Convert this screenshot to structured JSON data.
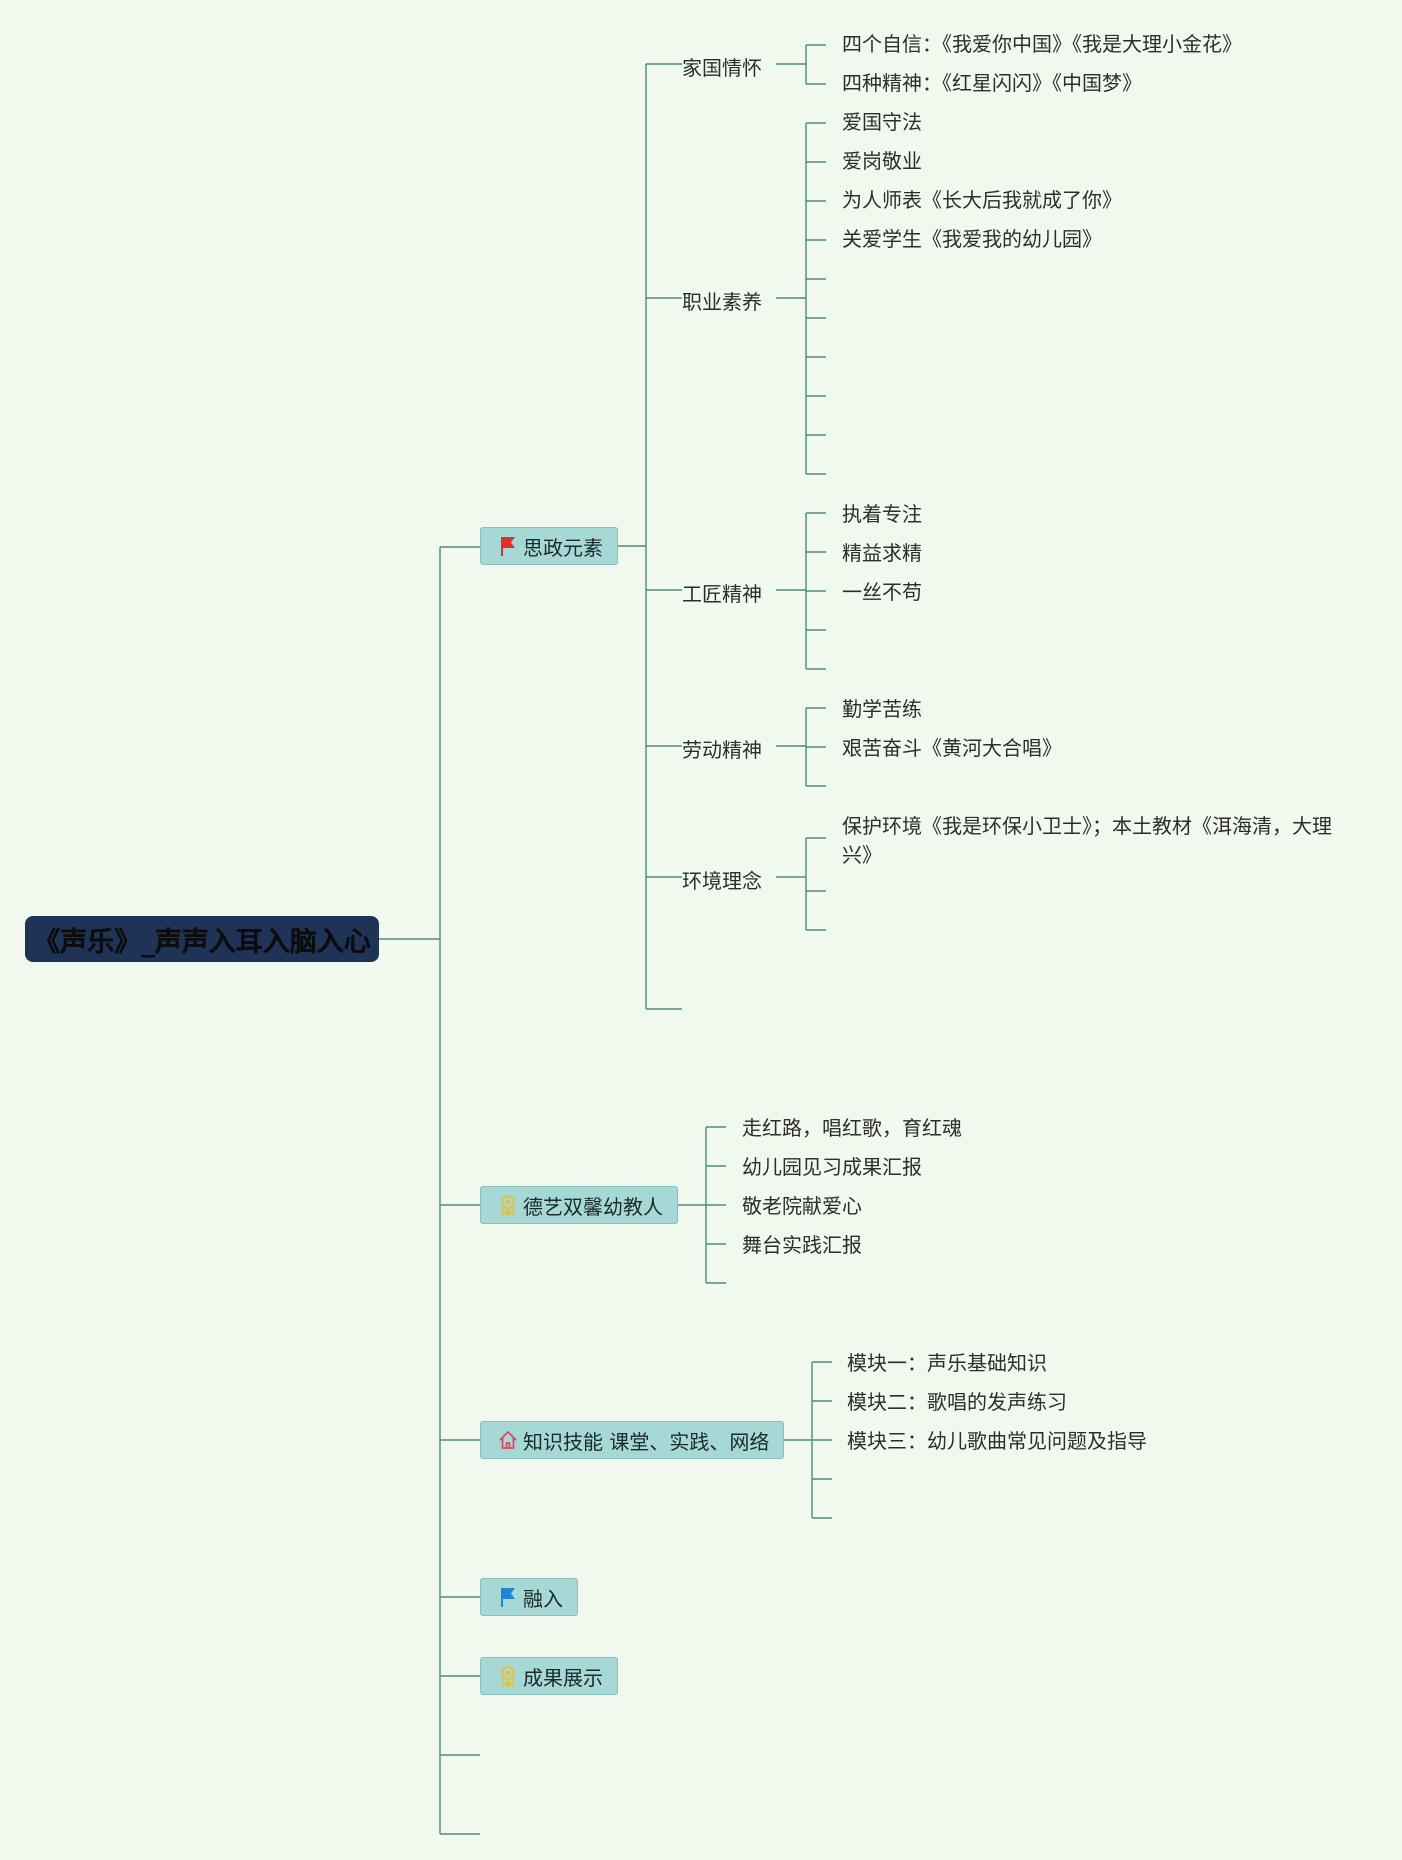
{
  "root": {
    "label": "《声乐》_声声入耳入脑入心"
  },
  "topics": {
    "sizheng": {
      "label": "思政元素",
      "icon": "red-flag-icon",
      "children": {
        "jiaguo": {
          "label": "家国情怀",
          "items": [
            "四个自信：《我爱你中国》《我是大理小金花》",
            "四种精神：《红星闪闪》《中国梦》"
          ]
        },
        "zhiye": {
          "label": "职业素养",
          "items": [
            "爱国守法",
            "爱岗敬业",
            "为人师表《长大后我就成了你》",
            "关爱学生《我爱我的幼儿园》"
          ]
        },
        "gongjiang": {
          "label": "工匠精神",
          "items": [
            "执着专注",
            "精益求精",
            "一丝不苟"
          ]
        },
        "laodong": {
          "label": "劳动精神",
          "items": [
            "勤学苦练",
            "艰苦奋斗《黄河大合唱》"
          ]
        },
        "huanjing": {
          "label": "环境理念",
          "items": [
            "保护环境《我是环保小卫士》；本土教材《洱海清，大理",
            "兴》"
          ]
        }
      }
    },
    "deyi": {
      "label": "德艺双馨幼教人",
      "icon": "medal-icon",
      "items": [
        "走红路，唱红歌，育红魂",
        "幼儿园见习成果汇报",
        "敬老院献爱心",
        "舞台实践汇报"
      ]
    },
    "zhishi": {
      "label": "知识技能 课堂、实践、网络",
      "icon": "home-icon",
      "items": [
        "模块一：声乐基础知识",
        "模块二：歌唱的发声练习",
        "模块三：幼儿歌曲常见问题及指导"
      ]
    },
    "rongru": {
      "label": "融入",
      "icon": "blue-flag-icon"
    },
    "chengguo": {
      "label": "成果展示",
      "icon": "medal-icon"
    }
  },
  "colors": {
    "background": "#f1f9ef",
    "root": "#1f3356",
    "topic": "#a6d9d6",
    "line": "#4f8a86",
    "red_flag": "#e0302b",
    "blue_flag": "#1f86d6",
    "medal": "#e6c23c",
    "home": "#e0475e"
  }
}
